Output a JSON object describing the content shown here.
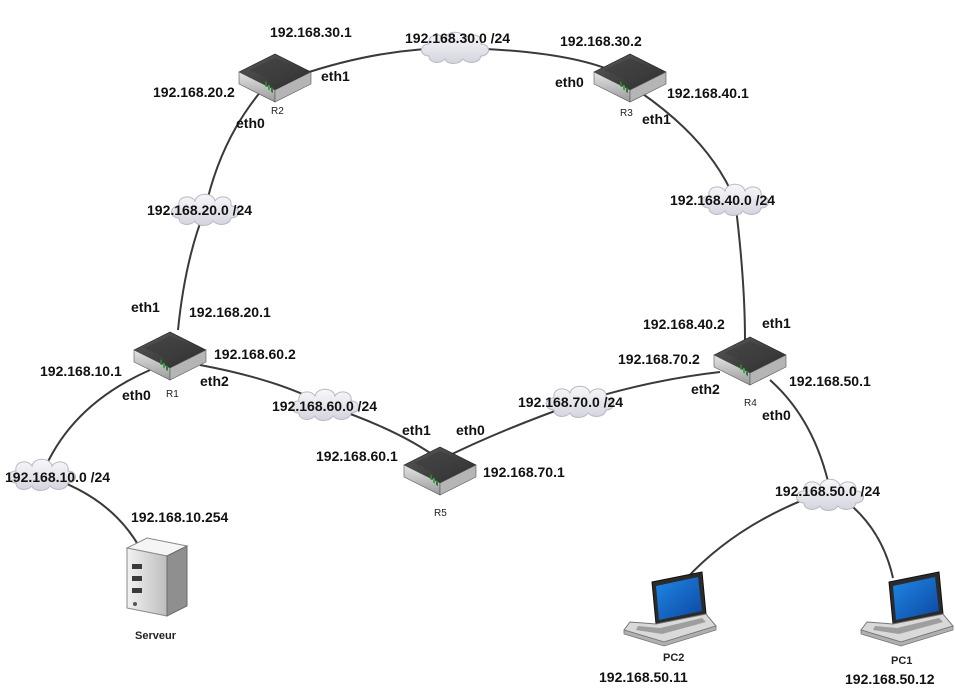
{
  "routers": {
    "r1": {
      "name": "R1",
      "eth0_label": "eth0",
      "eth1_label": "eth1",
      "eth2_label": "eth2",
      "ip_eth0": "192.168.10.1",
      "ip_eth1": "192.168.20.1",
      "ip_eth2": "192.168.60.2"
    },
    "r2": {
      "name": "R2",
      "eth0_label": "eth0",
      "eth1_label": "eth1",
      "ip_eth0": "192.168.20.2",
      "ip_eth1": "192.168.30.1"
    },
    "r3": {
      "name": "R3",
      "eth0_label": "eth0",
      "eth1_label": "eth1",
      "ip_eth0": "192.168.30.2",
      "ip_eth1": "192.168.40.1"
    },
    "r4": {
      "name": "R4",
      "eth0_label": "eth0",
      "eth1_label": "eth1",
      "eth2_label": "eth2",
      "ip_eth0": "192.168.50.1",
      "ip_eth1": "192.168.40.2",
      "ip_eth2": "192.168.70.2"
    },
    "r5": {
      "name": "R5",
      "eth0_label": "eth0",
      "eth1_label": "eth1",
      "ip_eth0": "192.168.70.1",
      "ip_eth1": "192.168.60.1"
    }
  },
  "networks": {
    "n10": "192.168.10.0 /24",
    "n20": "192.168.20.0 /24",
    "n30": "192.168.30.0 /24",
    "n40": "192.168.40.0 /24",
    "n50": "192.168.50.0 /24",
    "n60": "192.168.60.0 /24",
    "n70": "192.168.70.0 /24"
  },
  "hosts": {
    "server": {
      "name": "Serveur",
      "ip": "192.168.10.254"
    },
    "pc1": {
      "name": "PC1",
      "ip": "192.168.50.12"
    },
    "pc2": {
      "name": "PC2",
      "ip": "192.168.50.11"
    }
  },
  "colors": {
    "link": "#3a3a3a",
    "cloud_fill": "#eaeaf0",
    "cloud_stroke": "#b8b8c4",
    "router_top": "#4a4a4a",
    "router_side": "#c8c8c8",
    "laptop_screen": "#1565c0"
  }
}
